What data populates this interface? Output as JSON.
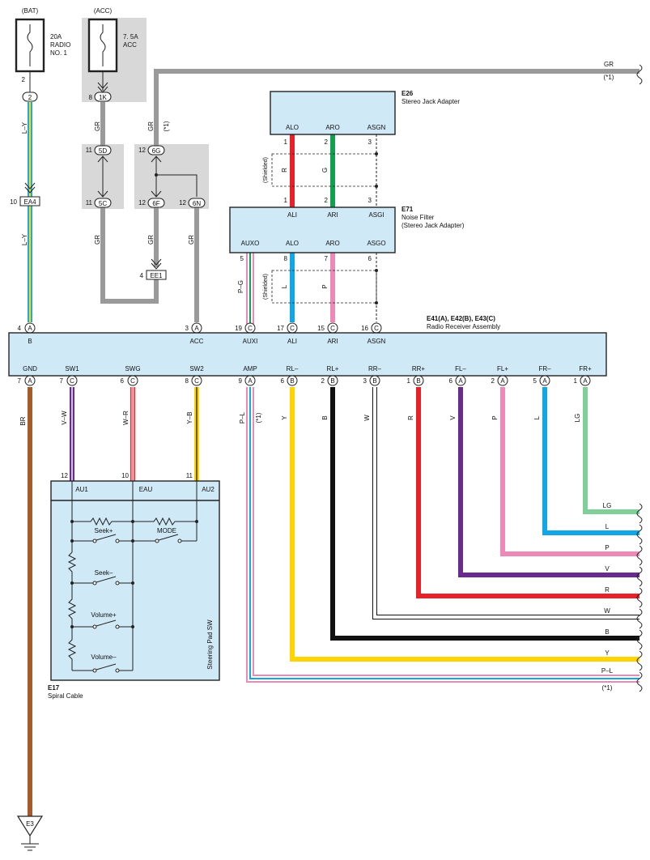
{
  "labels": {
    "bat": "(BAT)",
    "acc_top": "(ACC)",
    "fuse_radio": [
      "20A",
      "RADIO",
      "NO. 1"
    ],
    "fuse_acc": [
      "7. 5A",
      "ACC"
    ],
    "gr": "GR",
    "star1": "(*1)",
    "ly": "L–Y",
    "shielded": "(Shielded)",
    "pg": "P–G",
    "br": "BR",
    "vw": "V–W",
    "wr": "W–R",
    "yb": "Y–B",
    "pl": "P–L"
  },
  "components": {
    "e26": {
      "code": "E26",
      "name": "Stereo Jack Adapter",
      "pins": [
        "ALO",
        "ARO",
        "ASGN"
      ]
    },
    "e71": {
      "code": "E71",
      "name": "Noise Filter",
      "name2": "(Stereo Jack Adapter)",
      "top_pins": [
        "ALI",
        "ARI",
        "ASGI"
      ],
      "bottom_pins": [
        "AUXO",
        "ALO",
        "ARO",
        "ASGO"
      ]
    },
    "radio": {
      "code": "E41(A), E42(B), E43(C)",
      "name": "Radio Receiver Assembly",
      "top_pins": [
        "B",
        "ACC",
        "AUXI",
        "ALI",
        "ARI",
        "ASGN"
      ],
      "bottom_pins": [
        "GND",
        "SW1",
        "SWG",
        "SW2",
        "AMP",
        "RL–",
        "RL+",
        "RR–",
        "RR+",
        "FL–",
        "FL+",
        "FR–",
        "FR+"
      ]
    },
    "e17": {
      "code": "E17",
      "name": "Spiral Cable",
      "pins": [
        "AU1",
        "EAU",
        "AU2"
      ],
      "sub": "Steering Pad SW",
      "switches": [
        "Seek+",
        "MODE",
        "Seek–",
        "Volume+",
        "Volume–"
      ]
    },
    "ground": "E3"
  },
  "connectors": {
    "c2": "2",
    "c1k": "1K",
    "c5d": "5D",
    "c5c": "5C",
    "c6g": "6G",
    "c6f": "6F",
    "c6n": "6N",
    "ea4": "EA4",
    "ee1": "EE1"
  },
  "pin_numbers": {
    "p2": "2",
    "p8": "8",
    "p11a": "11",
    "p11b": "11",
    "p12a": "12",
    "p12b": "12",
    "p12c": "12",
    "p10": "10",
    "p4ee": "4",
    "e26_1": "1",
    "e26_2": "2",
    "e26_3": "3",
    "e71_1": "1",
    "e71_2": "2",
    "e71_3": "3",
    "e71_5": "5",
    "e71_8": "8",
    "e71_7": "7",
    "e71_6": "6",
    "r4": "4",
    "r3": "3",
    "r19": "19",
    "r17": "17",
    "r15": "15",
    "r16": "16",
    "r7": "7",
    "r7b": "7",
    "r6": "6",
    "r8": "8",
    "r9": "9",
    "r6b": "6",
    "r2": "2",
    "r3b": "3",
    "r1": "1",
    "r6c": "6",
    "r2b": "2",
    "r5": "5",
    "r1b": "1",
    "s12": "12",
    "s10": "10",
    "s11": "11"
  },
  "connector_letters": {
    "b": "A",
    "acc": "A",
    "auxi": "C",
    "ali": "C",
    "ari": "C",
    "asgn": "C",
    "gnd": "A",
    "sw1": "C",
    "swg": "C",
    "sw2": "C",
    "amp": "A",
    "rlm": "B",
    "rlp": "B",
    "rrm": "B",
    "rrp": "B",
    "flm": "A",
    "flp": "A",
    "frm": "A",
    "frp": "A"
  },
  "wire_colors": {
    "e26_alo": "R",
    "e26_aro": "G",
    "e71_alo": "L",
    "e71_aro": "P",
    "rlm": "Y",
    "rlp": "B",
    "rrm": "W",
    "rrp": "R",
    "flm": "V",
    "flp": "P",
    "frm": "L",
    "frp": "LG",
    "out_lg": "LG",
    "out_l": "L",
    "out_p": "P",
    "out_v": "V",
    "out_r": "R",
    "out_w": "W",
    "out_b": "B",
    "out_y": "Y",
    "out_pl": "P–L"
  },
  "colors": {
    "LY_blue": "#25a8d8",
    "LY_yellow": "#f0dc1a",
    "GR": "#9a9a9a",
    "R": "#e8202a",
    "G": "#10a050",
    "L": "#12a6e6",
    "P": "#ee88b6",
    "Y": "#ffd400",
    "B": "#111111",
    "V": "#6a2b8e",
    "LG": "#7fcf98",
    "BR": "#a65a2c",
    "W": "#ffffff",
    "box": "#cfe9f7"
  }
}
